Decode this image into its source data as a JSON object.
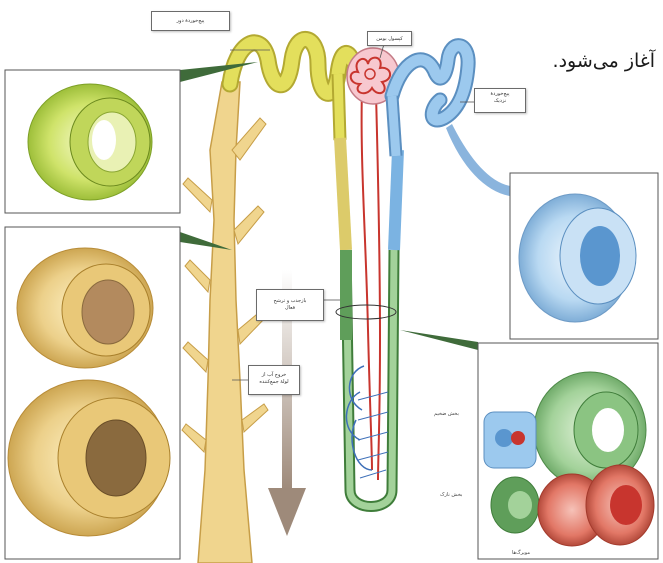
{
  "header": {
    "text": "آغاز می‌شود."
  },
  "labels": {
    "distal_tubule": "پیچ‌خوردهٔ دور",
    "glomerulus": "کپسول بومن",
    "proximal_tubule_line1": "پیچ‌خوردهٔ",
    "proximal_tubule_line2": "نزدیک",
    "reabsorption_line1": "بازجذب و ترشح",
    "reabsorption_line2": "فعال",
    "water_exit_line1": "خروج آب از",
    "water_exit_line2": "لولهٔ جمع‌کننده",
    "cross_section_1": "بخش ضخیم",
    "cross_section_2": "بخش نازک",
    "cross_section_3": "مویرگ‌ها"
  },
  "colors": {
    "distal": "#e3df5c",
    "collecting": "#f0d58e",
    "proximal": "#9cc9ee",
    "loop_green": "#5f9e5a",
    "capillary_red": "#c8352e",
    "capillary_blue": "#3d6fb8",
    "arrow": "#9e8a7a",
    "connector": "#3f6b3a"
  }
}
